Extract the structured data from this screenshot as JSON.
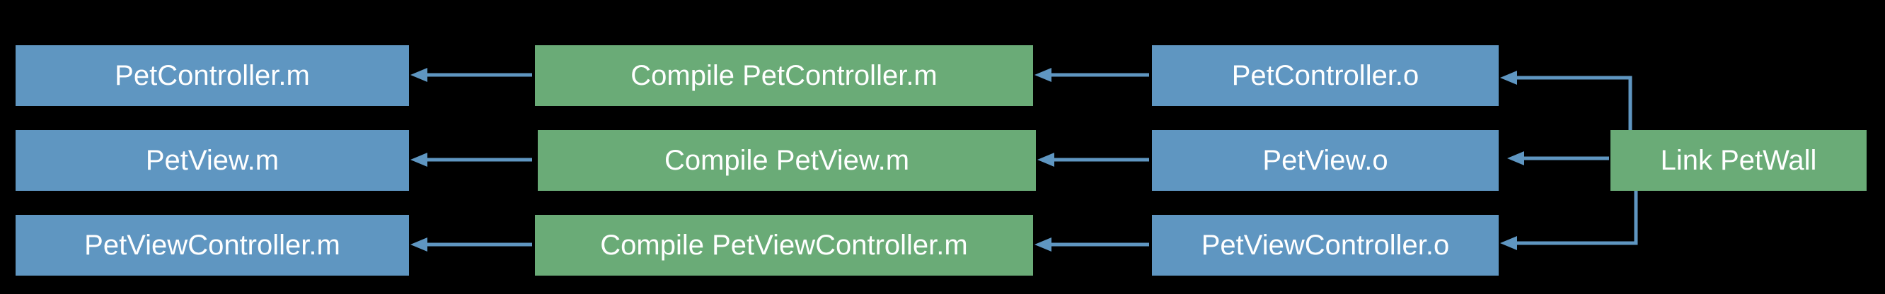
{
  "colors": {
    "background": "#000000",
    "file_node": "#5f96c1",
    "action_node": "#6aab77",
    "arrow": "#5f96c1",
    "text": "#ffffff"
  },
  "nodes": {
    "src_petcontroller": {
      "label": "PetController.m",
      "kind": "file"
    },
    "src_petview": {
      "label": "PetView.m",
      "kind": "file"
    },
    "src_petviewcontroller": {
      "label": "PetViewController.m",
      "kind": "file"
    },
    "compile_petcontroller": {
      "label": "Compile PetController.m",
      "kind": "action"
    },
    "compile_petview": {
      "label": "Compile PetView.m",
      "kind": "action"
    },
    "compile_petviewcontroller": {
      "label": "Compile PetViewController.m",
      "kind": "action"
    },
    "obj_petcontroller": {
      "label": "PetController.o",
      "kind": "file"
    },
    "obj_petview": {
      "label": "PetView.o",
      "kind": "file"
    },
    "obj_petviewcontroller": {
      "label": "PetViewController.o",
      "kind": "file"
    },
    "link_petwall": {
      "label": "Link PetWall",
      "kind": "action"
    }
  },
  "edges": [
    {
      "from": "compile_petcontroller",
      "to": "src_petcontroller"
    },
    {
      "from": "compile_petview",
      "to": "src_petview"
    },
    {
      "from": "compile_petviewcontroller",
      "to": "src_petviewcontroller"
    },
    {
      "from": "obj_petcontroller",
      "to": "compile_petcontroller"
    },
    {
      "from": "obj_petview",
      "to": "compile_petview"
    },
    {
      "from": "obj_petviewcontroller",
      "to": "compile_petviewcontroller"
    },
    {
      "from": "link_petwall",
      "to": "obj_petcontroller"
    },
    {
      "from": "link_petwall",
      "to": "obj_petview"
    },
    {
      "from": "link_petwall",
      "to": "obj_petviewcontroller"
    }
  ]
}
